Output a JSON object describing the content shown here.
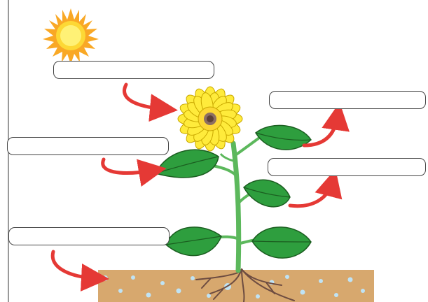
{
  "diagram": {
    "blank_labels": [
      {
        "id": "box-sun",
        "text": ""
      },
      {
        "id": "box-flower",
        "text": ""
      },
      {
        "id": "box-leaf",
        "text": ""
      },
      {
        "id": "box-stem",
        "text": ""
      },
      {
        "id": "box-root",
        "text": ""
      }
    ],
    "colors": {
      "sun": "#FDD835",
      "sun_rays": "#F9A825",
      "petals": "#FFEB3B",
      "flower_center": "#8D6E63",
      "leaf": "#2E9E3E",
      "leaf_vein": "#1B5E20",
      "stem": "#5CB85C",
      "soil": "#D7A86E",
      "water_droplets": "#BFE3F5",
      "roots": "#6D4C41",
      "arrows": "#E53935"
    }
  }
}
